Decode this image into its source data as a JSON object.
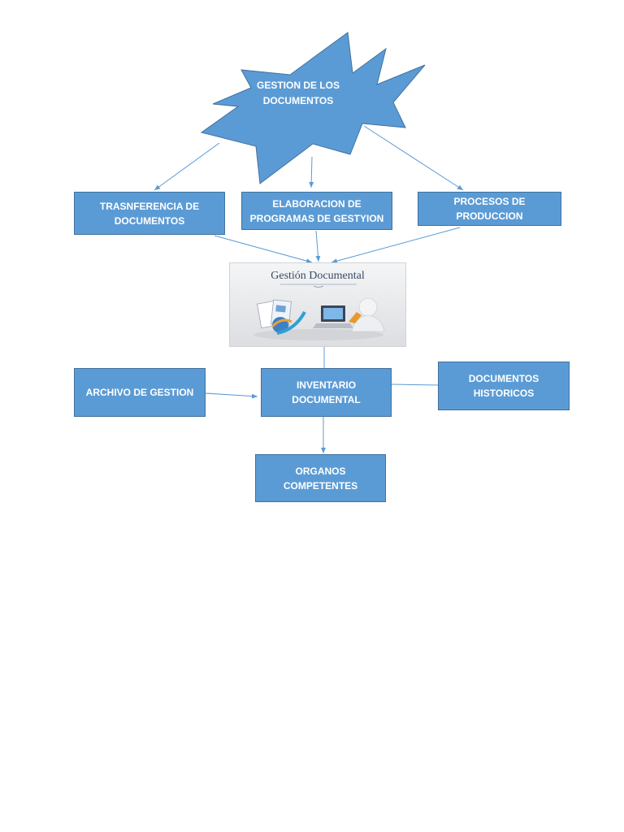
{
  "diagram": {
    "burst_label": "GESTION DE LOS DOCUMENTOS",
    "nodes": {
      "transferencia": "TRASNFERENCIA DE DOCUMENTOS",
      "elaboracion": "ELABORACION DE PROGRAMAS DE GESTYION",
      "procesos": "PROCESOS DE PRODUCCION",
      "archivo": "ARCHIVO DE GESTION",
      "inventario": "INVENTARIO DOCUMENTAL",
      "historicos": "DOCUMENTOS HISTORICOS",
      "organos": "ORGANOS COMPETENTES"
    },
    "image_card": {
      "title": "Gestión Documental"
    },
    "colors": {
      "node_fill": "#5b9bd5",
      "node_border": "#41719c",
      "connector": "#5b9bd5",
      "text": "#ffffff"
    }
  }
}
